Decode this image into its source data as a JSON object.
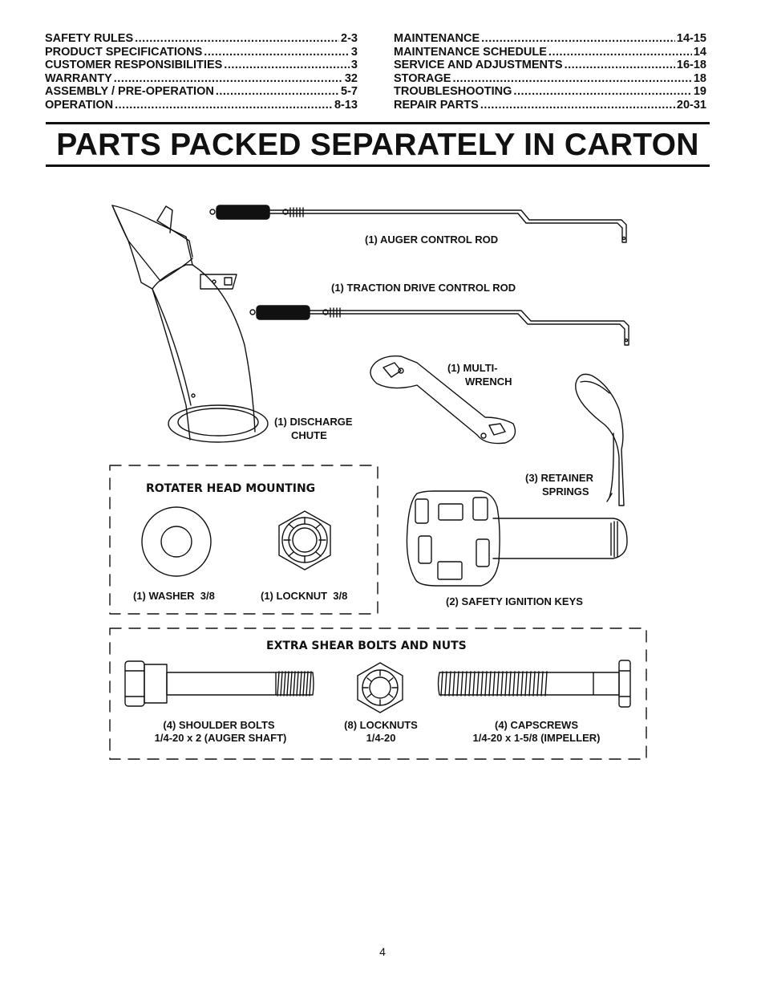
{
  "toc": {
    "left": [
      {
        "label": "SAFETY RULES",
        "page": "2-3"
      },
      {
        "label": "PRODUCT SPECIFICATIONS",
        "page": "3"
      },
      {
        "label": "CUSTOMER RESPONSIBILITIES",
        "page": "3"
      },
      {
        "label": "WARRANTY",
        "page": "32"
      },
      {
        "label": "ASSEMBLY / PRE-OPERATION",
        "page": "5-7"
      },
      {
        "label": "OPERATION",
        "page": "8-13"
      }
    ],
    "right": [
      {
        "label": "MAINTENANCE",
        "page": "14-15"
      },
      {
        "label": "MAINTENANCE SCHEDULE",
        "page": "14"
      },
      {
        "label": "SERVICE AND ADJUSTMENTS",
        "page": "16-18"
      },
      {
        "label": "STORAGE",
        "page": "18"
      },
      {
        "label": "TROUBLESHOOTING",
        "page": "19"
      },
      {
        "label": "REPAIR PARTS",
        "page": "20-31"
      }
    ]
  },
  "title": "PARTS PACKED SEPARATELY IN CARTON",
  "parts": {
    "auger_rod": "(1) AUGER CONTROL ROD",
    "traction_rod": "(1) TRACTION DRIVE CONTROL ROD",
    "wrench_line1": "(1) MULTI-",
    "wrench_line2": "WRENCH",
    "chute_line1": "(1) DISCHARGE",
    "chute_line2": "CHUTE",
    "springs_line1": "(3) RETAINER",
    "springs_line2": "SPRINGS",
    "keys": "(2) SAFETY IGNITION KEYS"
  },
  "rotater_box": {
    "heading": "ROTATER HEAD MOUNTING",
    "washer": "(1) WASHER  3/8",
    "locknut": "(1) LOCKNUT  3/8"
  },
  "shear_box": {
    "heading": "EXTRA SHEAR BOLTS AND NUTS",
    "bolts_line1": "(4) SHOULDER BOLTS",
    "bolts_line2": "1/4-20 x 2 (AUGER SHAFT)",
    "locknuts_line1": "(8) LOCKNUTS",
    "locknuts_line2": "1/4-20",
    "capscrews_line1": "(4) CAPSCREWS",
    "capscrews_line2": "1/4-20 x 1-5/8 (IMPELLER)"
  },
  "page_number": "4"
}
